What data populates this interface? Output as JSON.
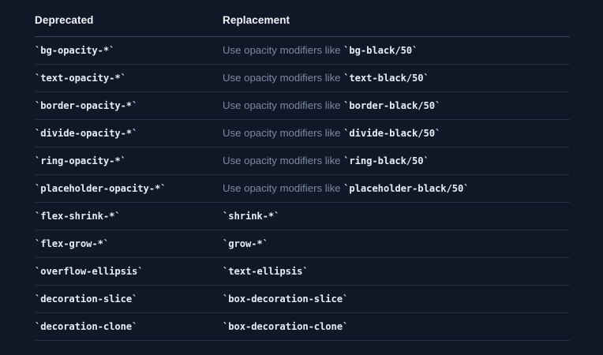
{
  "table": {
    "columns": [
      {
        "key": "deprecated",
        "label": "Deprecated"
      },
      {
        "key": "replacement",
        "label": "Replacement"
      }
    ],
    "rows": [
      {
        "deprecated": "`bg-opacity-*`",
        "prose": "Use opacity modifiers like ",
        "code": "`bg-black/50`"
      },
      {
        "deprecated": "`text-opacity-*`",
        "prose": "Use opacity modifiers like ",
        "code": "`text-black/50`"
      },
      {
        "deprecated": "`border-opacity-*`",
        "prose": "Use opacity modifiers like ",
        "code": "`border-black/50`"
      },
      {
        "deprecated": "`divide-opacity-*`",
        "prose": "Use opacity modifiers like ",
        "code": "`divide-black/50`"
      },
      {
        "deprecated": "`ring-opacity-*`",
        "prose": "Use opacity modifiers like ",
        "code": "`ring-black/50`"
      },
      {
        "deprecated": "`placeholder-opacity-*`",
        "prose": "Use opacity modifiers like ",
        "code": "`placeholder-black/50`"
      },
      {
        "deprecated": "`flex-shrink-*`",
        "prose": "",
        "code": "`shrink-*`"
      },
      {
        "deprecated": "`flex-grow-*`",
        "prose": "",
        "code": "`grow-*`"
      },
      {
        "deprecated": "`overflow-ellipsis`",
        "prose": "",
        "code": "`text-ellipsis`"
      },
      {
        "deprecated": "`decoration-slice`",
        "prose": "",
        "code": "`box-decoration-slice`"
      },
      {
        "deprecated": "`decoration-clone`",
        "prose": "",
        "code": "`box-decoration-clone`"
      }
    ]
  },
  "colors": {
    "background": "#101828",
    "header_text": "#f2f5fa",
    "code_text": "#e7ecf5",
    "prose_text": "#7d8aa3",
    "header_rule": "#3b4559",
    "row_rule": "#262f42"
  }
}
